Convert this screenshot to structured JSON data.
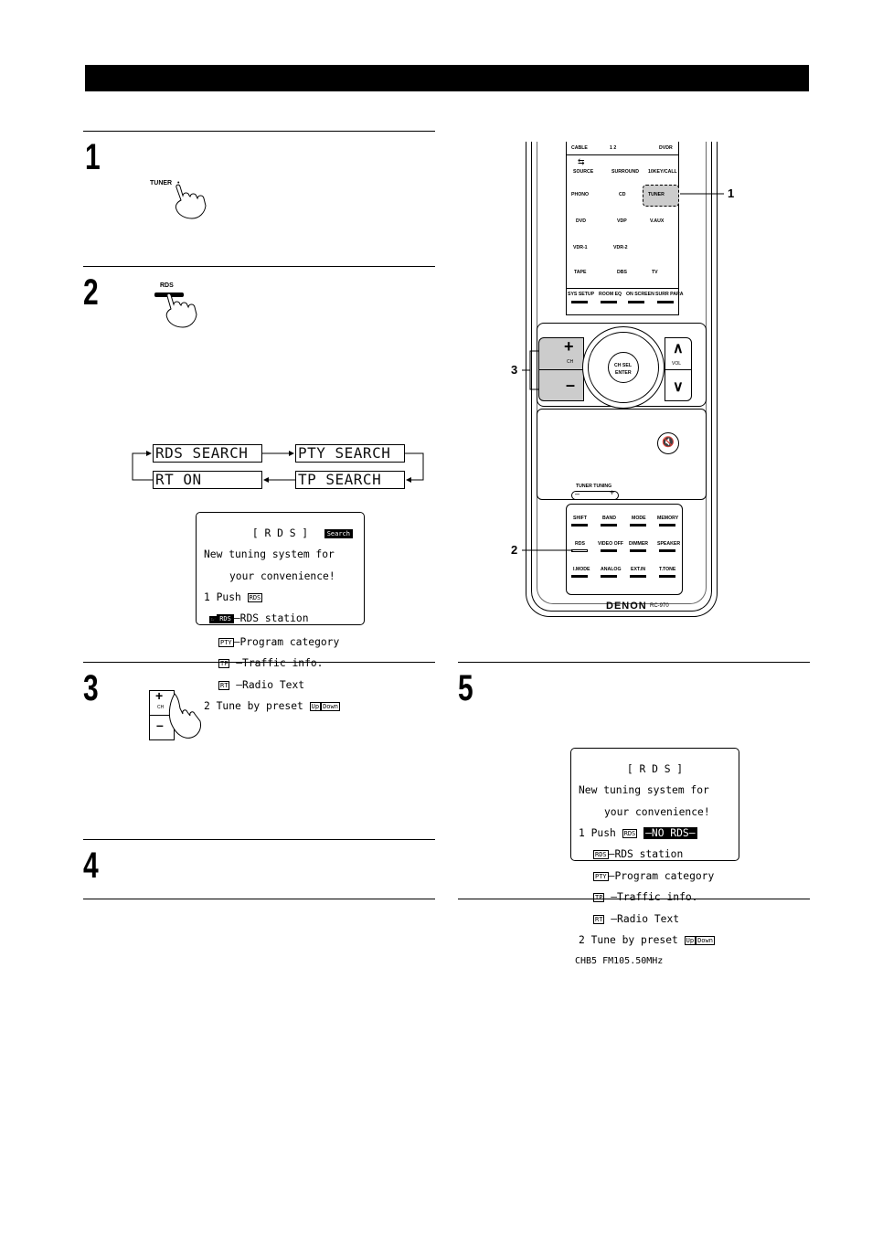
{
  "steps": [
    {
      "number": "1",
      "button_label": "TUNER"
    },
    {
      "number": "2",
      "button_label": "RDS"
    },
    {
      "number": "3",
      "button_labels": [
        "+",
        "CH",
        "–"
      ]
    },
    {
      "number": "4"
    },
    {
      "number": "5"
    }
  ],
  "flow": {
    "items": [
      "RDS SEARCH",
      "PTY SEARCH",
      "TP SEARCH",
      "RT ON"
    ]
  },
  "lcd_search": {
    "title": "[ R D S ]",
    "badge": "Search",
    "line1": "New tuning system for",
    "line2": "your convenience!",
    "line3_prefix": "1 Push",
    "tag_rds": "RDS",
    "row_rds_desc": "–RDS station",
    "tag_pty": "PTY",
    "row_pty_desc": "–Program category",
    "tag_tp": "TP",
    "row_tp_desc": "–Traffic info.",
    "tag_rt": "RT",
    "row_rt_desc": "–Radio Text",
    "last_line": "2 Tune by preset",
    "tag_up": "Up",
    "tag_down": "Down"
  },
  "lcd_result": {
    "title": "[ R D S ]",
    "line1": "New tuning system for",
    "line2": "your convenience!",
    "line3_prefix": "1 Push",
    "tag_rds": "RDS",
    "status": "–NO RDS–",
    "row_rds_desc": "–RDS station",
    "tag_pty": "PTY",
    "row_pty_desc": "–Program category",
    "tag_tp": "TP",
    "row_tp_desc": "–Traffic info.",
    "tag_rt": "RT",
    "row_rt_desc": "–Radio Text",
    "last_line": "2 Tune by preset",
    "tag_up": "Up",
    "tag_down": "Down",
    "freq_line": "CHB5 FM105.50MHz"
  },
  "remote": {
    "top_labels": [
      "CABLE",
      "1 2",
      "DVDR"
    ],
    "source_buttons": [
      "SOURCE",
      "SURROUND",
      "10KEY/CALL",
      "PHONO",
      "CD",
      "TUNER",
      "DVD",
      "VDP",
      "V.AUX",
      "VDR-1",
      "VDR-2",
      "TAPE",
      "DBS",
      "TV"
    ],
    "menu_buttons": [
      "SYS SETUP",
      "ROOM EQ",
      "ON SCREEN",
      "SURR PARA"
    ],
    "ch_plus": "+",
    "ch_label": "CH",
    "ch_minus": "–",
    "center_line1": "CH SEL",
    "center_line2": "ENTER",
    "vol_label": "VOL",
    "vol_up": "∧",
    "vol_down": "∨",
    "tuning_label": "TUNER TUNING",
    "tuning_minus": "–",
    "tuning_plus": "+",
    "bottom_buttons": [
      "SHIFT",
      "BAND",
      "MODE",
      "MEMORY",
      "RDS",
      "VIDEO OFF",
      "DIMMER",
      "SPEAKER",
      "I.MODE",
      "ANALOG",
      "EXT.IN",
      "T.TONE"
    ],
    "brand": "DENON",
    "model": "RC-970",
    "callouts": [
      "1",
      "3",
      "2"
    ]
  }
}
